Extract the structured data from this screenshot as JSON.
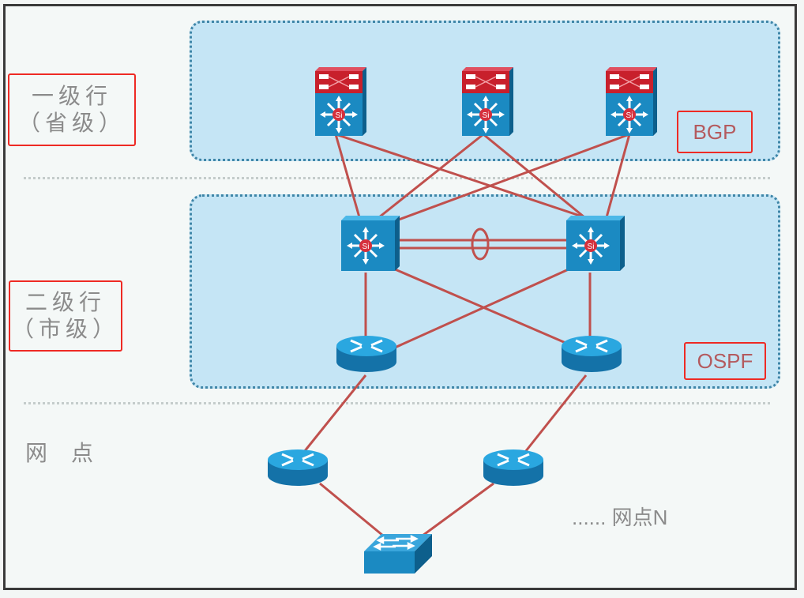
{
  "tiers": {
    "tier1": {
      "line1": "一级行",
      "line2": "（省级）",
      "protocol": "BGP"
    },
    "tier2": {
      "line1": "二级行",
      "line2": "（市级）",
      "protocol": "OSPF"
    },
    "branch": {
      "label": "网点",
      "more": "...... 网点N"
    }
  },
  "devices": {
    "core": [
      {
        "id": "core-1",
        "type": "multilayer-switch-with-firewall",
        "badge": "Si"
      },
      {
        "id": "core-2",
        "type": "multilayer-switch-with-firewall",
        "badge": "Si"
      },
      {
        "id": "core-3",
        "type": "multilayer-switch-with-firewall",
        "badge": "Si"
      }
    ],
    "distribution": [
      {
        "id": "dist-1",
        "type": "multilayer-switch",
        "badge": "Si"
      },
      {
        "id": "dist-2",
        "type": "multilayer-switch",
        "badge": "Si"
      }
    ],
    "city_routers": [
      {
        "id": "city-router-1",
        "type": "router"
      },
      {
        "id": "city-router-2",
        "type": "router"
      }
    ],
    "branch_routers": [
      {
        "id": "branch-router-1",
        "type": "router"
      },
      {
        "id": "branch-router-2",
        "type": "router"
      }
    ],
    "access": [
      {
        "id": "branch-switch",
        "type": "workgroup-switch"
      }
    ]
  },
  "links": [
    [
      "core-1",
      "dist-1"
    ],
    [
      "core-1",
      "dist-2"
    ],
    [
      "core-2",
      "dist-1"
    ],
    [
      "core-2",
      "dist-2"
    ],
    [
      "core-3",
      "dist-1"
    ],
    [
      "core-3",
      "dist-2"
    ],
    [
      "dist-1",
      "dist-2",
      "etherchannel"
    ],
    [
      "dist-1",
      "city-router-1"
    ],
    [
      "dist-1",
      "city-router-2"
    ],
    [
      "dist-2",
      "city-router-1"
    ],
    [
      "dist-2",
      "city-router-2"
    ],
    [
      "city-router-1",
      "branch-router-1"
    ],
    [
      "city-router-2",
      "branch-router-2"
    ],
    [
      "branch-router-1",
      "branch-switch"
    ],
    [
      "branch-router-2",
      "branch-switch"
    ]
  ],
  "colors": {
    "link": "#c0504d",
    "zone": "#c5e5f5",
    "device": "#1b8ac2",
    "firewall": "#c8202c",
    "highlight": "#ee2a24"
  }
}
